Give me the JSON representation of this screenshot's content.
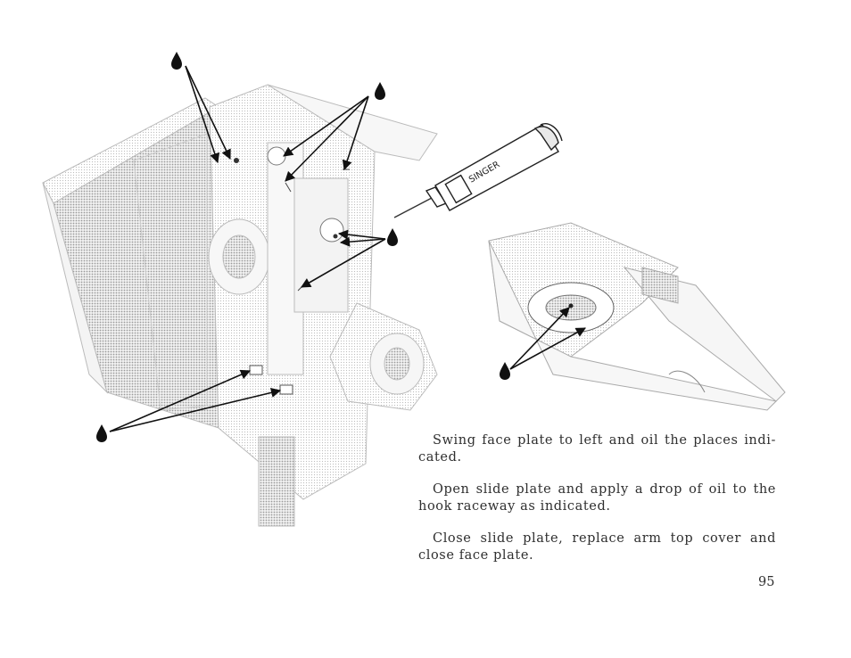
{
  "page": {
    "paragraphs": [
      "Swing face plate to left and oil the places indi-cated.",
      "Open slide plate and apply a drop of oil to the hook raceway as indicated.",
      "Close slide plate, replace arm top cover and close face plate."
    ],
    "page_number": "95"
  },
  "illustration": {
    "oil_can_label": "SINGER",
    "icon": "oil-drop-icon"
  }
}
